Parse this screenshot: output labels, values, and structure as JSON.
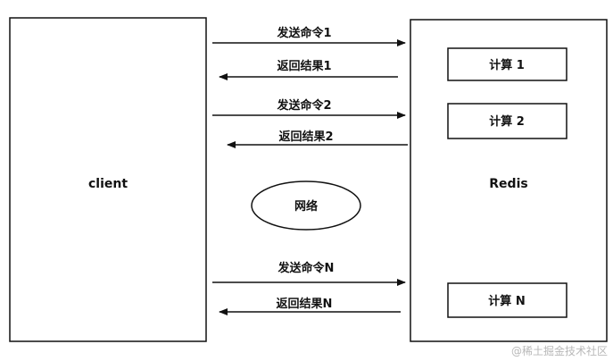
{
  "diagram": {
    "client": {
      "label": "client"
    },
    "redis": {
      "label": "Redis"
    },
    "network": {
      "label": "网络"
    },
    "computations": [
      "计算 1",
      "计算 2",
      "计算 N"
    ],
    "messages": [
      {
        "text": "发送命令1",
        "direction": "to-redis"
      },
      {
        "text": "返回结果1",
        "direction": "to-client"
      },
      {
        "text": "发送命令2",
        "direction": "to-redis"
      },
      {
        "text": "返回结果2",
        "direction": "to-client"
      },
      {
        "text": "发送命令N",
        "direction": "to-redis"
      },
      {
        "text": "返回结果N",
        "direction": "to-client"
      }
    ],
    "watermark": "@稀土掘金技术社区"
  }
}
